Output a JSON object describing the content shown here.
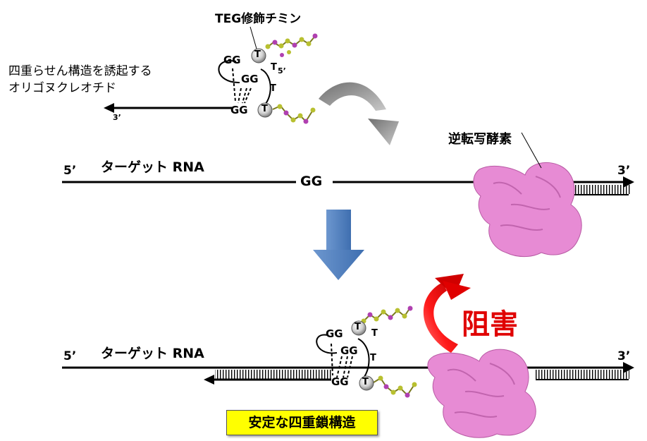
{
  "colors": {
    "strand": "#000000",
    "enzyme": "#e78bd4",
    "enzyme_dark": "#b85aa4",
    "down_arrow": "#4f7fbe",
    "curve_arrow_gray": "#9a9a9a",
    "inhibit_red": "#e00000",
    "highlight_box": "#ffff00",
    "teg_bead_yellow": "#b8c030",
    "teg_bead_purple": "#b040b0"
  },
  "labels": {
    "teg_thymine": "TEG修飾チミン",
    "oligo_line1": "四重らせん構造を誘起する",
    "oligo_line2": "オリゴヌクレオチド",
    "three_prime_oligo": "3’",
    "reverse_transcriptase": "逆転写酵素",
    "five_prime_top": "5’",
    "target_rna_top": "ターゲット RNA",
    "gg_center": "GG",
    "three_prime_top": "3’",
    "inhibition": "阻害",
    "five_prime_bottom": "5’",
    "target_rna_bottom": "ターゲット RNA",
    "three_prime_bottom": "3’",
    "stable_quadruplex": "安定な四重鎖構造"
  },
  "quadruplex_top": {
    "gg1": "GG",
    "gg2": "GG",
    "gg3": "GG",
    "t_circle1": "T",
    "t_circle2": "T",
    "t_loop1": "T",
    "t_loop2": "T",
    "five_prime": "5’"
  },
  "quadruplex_bottom": {
    "gg1": "GG",
    "gg2": "GG",
    "gg3": "GG",
    "t_circle1": "T",
    "t_circle2": "T",
    "t_loop1": "T",
    "t_loop2": "T"
  }
}
